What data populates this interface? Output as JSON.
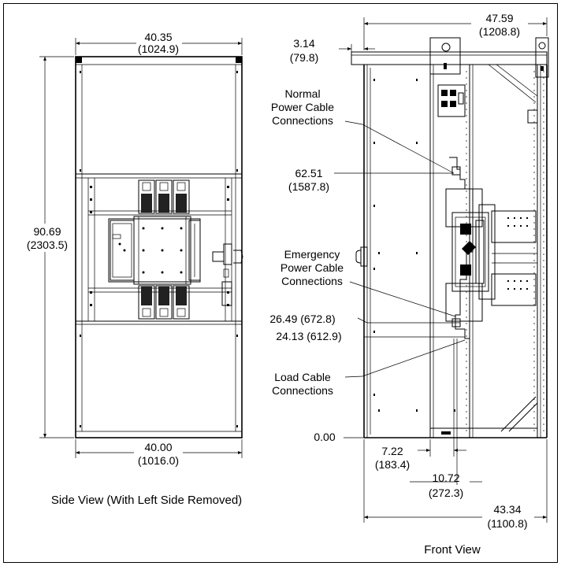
{
  "side_view": {
    "caption": "Side View (With Left Side Removed)",
    "width_top": "40.35",
    "width_top_mm": "(1024.9)",
    "height": "90.69",
    "height_mm": "(2303.5)",
    "width_bottom": "40.00",
    "width_bottom_mm": "(1016.0)"
  },
  "front_view": {
    "caption": "Front View",
    "overall_width": "47.59",
    "overall_width_mm": "(1208.8)",
    "offset_top": "3.14",
    "offset_top_mm": "(79.8)",
    "normal_label_1": "Normal",
    "normal_label_2": "Power Cable",
    "normal_label_3": "Connections",
    "dim_normal": "62.51",
    "dim_normal_mm": "(1587.8)",
    "emergency_label_1": "Emergency",
    "emergency_label_2": "Power Cable",
    "emergency_label_3": "Connections",
    "dim_emergency": "26.49 (672.8)",
    "dim_load": "24.13 (612.9)",
    "load_label_1": "Load Cable",
    "load_label_2": "Connections",
    "dim_zero": "0.00",
    "dim_a": "7.22",
    "dim_a_mm": "(183.4)",
    "dim_b": "10.72",
    "dim_b_mm": "(272.3)",
    "dim_c": "43.34",
    "dim_c_mm": "(1100.8)"
  }
}
